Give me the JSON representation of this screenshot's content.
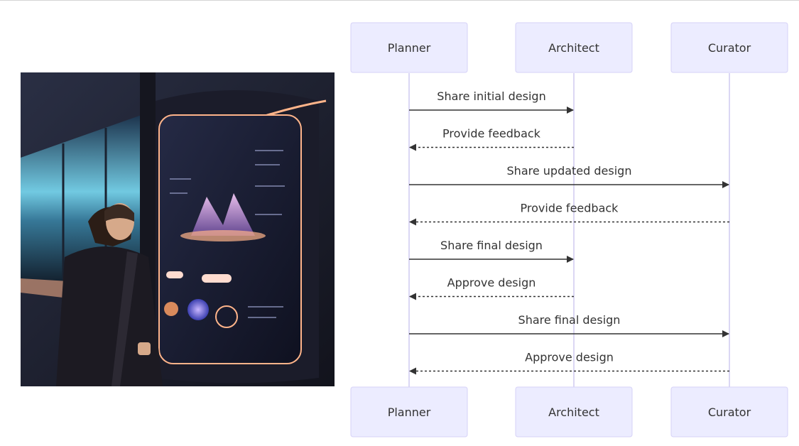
{
  "illustration": {
    "colors": {
      "sky": "#7fe6ff",
      "glow": "#ffb48a",
      "panel": "#1a1d33",
      "suit": "#1c1a22"
    }
  },
  "diagram": {
    "participants": [
      "Planner",
      "Architect",
      "Curator"
    ],
    "messages": [
      {
        "from": "Planner",
        "to": "Architect",
        "text": "Share initial design",
        "kind": "request"
      },
      {
        "from": "Architect",
        "to": "Planner",
        "text": "Provide feedback",
        "kind": "reply"
      },
      {
        "from": "Planner",
        "to": "Curator",
        "text": "Share updated design",
        "kind": "request"
      },
      {
        "from": "Curator",
        "to": "Planner",
        "text": "Provide feedback",
        "kind": "reply"
      },
      {
        "from": "Planner",
        "to": "Architect",
        "text": "Share final design",
        "kind": "request"
      },
      {
        "from": "Architect",
        "to": "Planner",
        "text": "Approve design",
        "kind": "reply"
      },
      {
        "from": "Planner",
        "to": "Curator",
        "text": "Share final design",
        "kind": "request"
      },
      {
        "from": "Curator",
        "to": "Planner",
        "text": "Approve design",
        "kind": "reply"
      }
    ],
    "colors": {
      "box_fill": "#ececff",
      "box_stroke": "#d6d2f7",
      "lifeline": "#cfcaf0",
      "line": "#333333",
      "text": "#333333"
    }
  }
}
